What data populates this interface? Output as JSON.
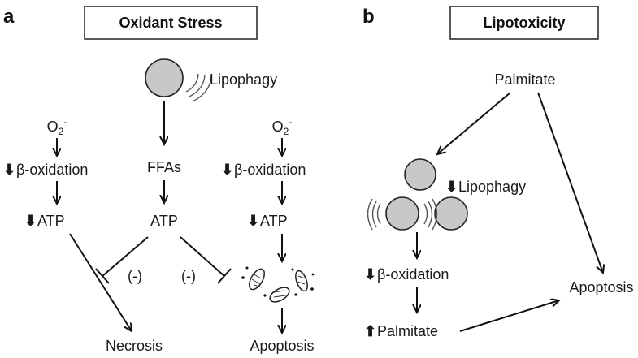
{
  "panel_a": {
    "letter": "a",
    "title": "Oxidant Stress",
    "lipophagy": "Lipophagy",
    "left_column": {
      "superoxide": "O",
      "superoxide_sub": "2",
      "superoxide_sup": "-",
      "beta_oxidation": "β-oxidation",
      "atp": "ATP",
      "outcome": "Necrosis"
    },
    "middle_column": {
      "ffas": "FFAs",
      "atp": "ATP",
      "inhibit_left": "(-)",
      "inhibit_right": "(-)"
    },
    "right_column": {
      "superoxide": "O",
      "superoxide_sub": "2",
      "superoxide_sup": "-",
      "beta_oxidation": "β-oxidation",
      "atp": "ATP",
      "outcome": "Apoptosis"
    },
    "down_arrow_glyph": "⬇"
  },
  "panel_b": {
    "letter": "b",
    "title": "Lipotoxicity",
    "palmitate_top": "Palmitate",
    "lipophagy": "Lipophagy",
    "beta_oxidation": "β-oxidation",
    "palmitate_bottom": "Palmitate",
    "apoptosis": "Apoptosis",
    "down_arrow_glyph": "⬇",
    "up_arrow_glyph": "⬆"
  }
}
